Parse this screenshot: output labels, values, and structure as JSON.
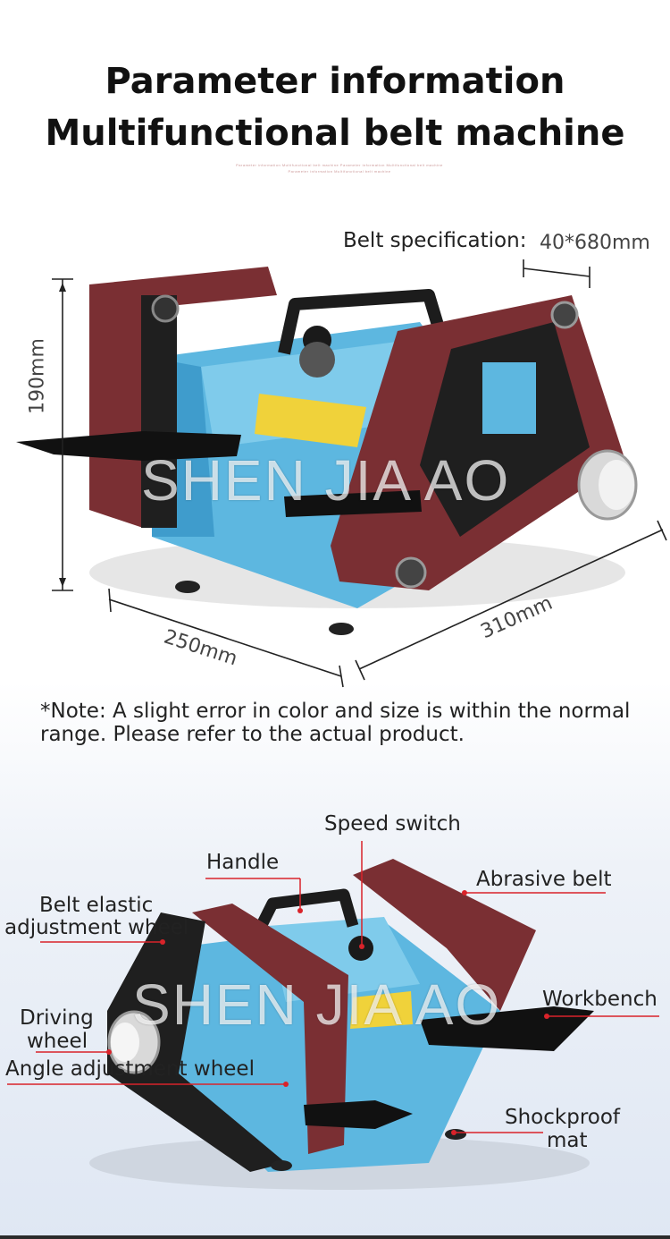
{
  "header": {
    "title_line1": "Parameter information",
    "title_line2": "Multifunctional belt machine",
    "fine_print_line1": "Parameter information Multifunctional belt machine Parameter information Multifunctional belt machine",
    "fine_print_line2": "Parameter information Multifunctional belt machine"
  },
  "dimensions": {
    "belt_spec_label": "Belt specification:",
    "belt_spec_value": "40*680mm",
    "height": "190mm",
    "depth": "250mm",
    "width": "310mm"
  },
  "note": "*Note: A slight error in color and size is within the normal range. Please refer to the actual product.",
  "watermark": "SHEN JIA AO",
  "parts": {
    "speed_switch": "Speed switch",
    "handle": "Handle",
    "abrasive_belt": "Abrasive belt",
    "belt_elastic_line1": "Belt elastic",
    "belt_elastic_line2": "adjustment wheel",
    "workbench": "Workbench",
    "driving_line1": "Driving",
    "driving_line2": "wheel",
    "angle_adjustment": "Angle adjustment wheel",
    "shockproof_line1": "Shockproof",
    "shockproof_line2": "mat"
  },
  "colors": {
    "body_blue": "#59b3de",
    "belt_maroon": "#7a2f33",
    "motor_yellow": "#f0d23a",
    "callout_red": "#d9232a"
  }
}
